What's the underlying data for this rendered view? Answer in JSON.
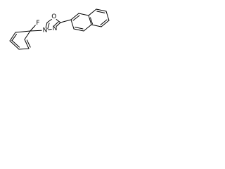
{
  "molecule": {
    "atoms": {
      "oxygen": "O",
      "nitrogen_1": "N",
      "nitrogen_2": "N",
      "fluorine": "F"
    }
  },
  "colors": {
    "bond": "#000000",
    "label": "#000000",
    "background": "#ffffff"
  }
}
